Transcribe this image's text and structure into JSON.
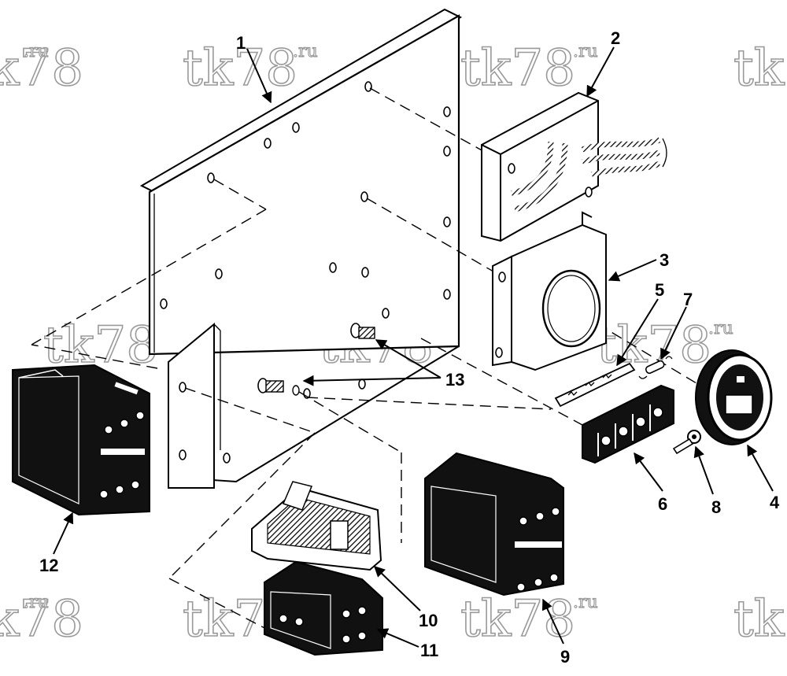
{
  "watermark": {
    "main": "tk78",
    "suffix": ".ru"
  },
  "callouts": [
    "1",
    "2",
    "3",
    "4",
    "5",
    "6",
    "7",
    "8",
    "9",
    "10",
    "11",
    "12",
    "13"
  ]
}
